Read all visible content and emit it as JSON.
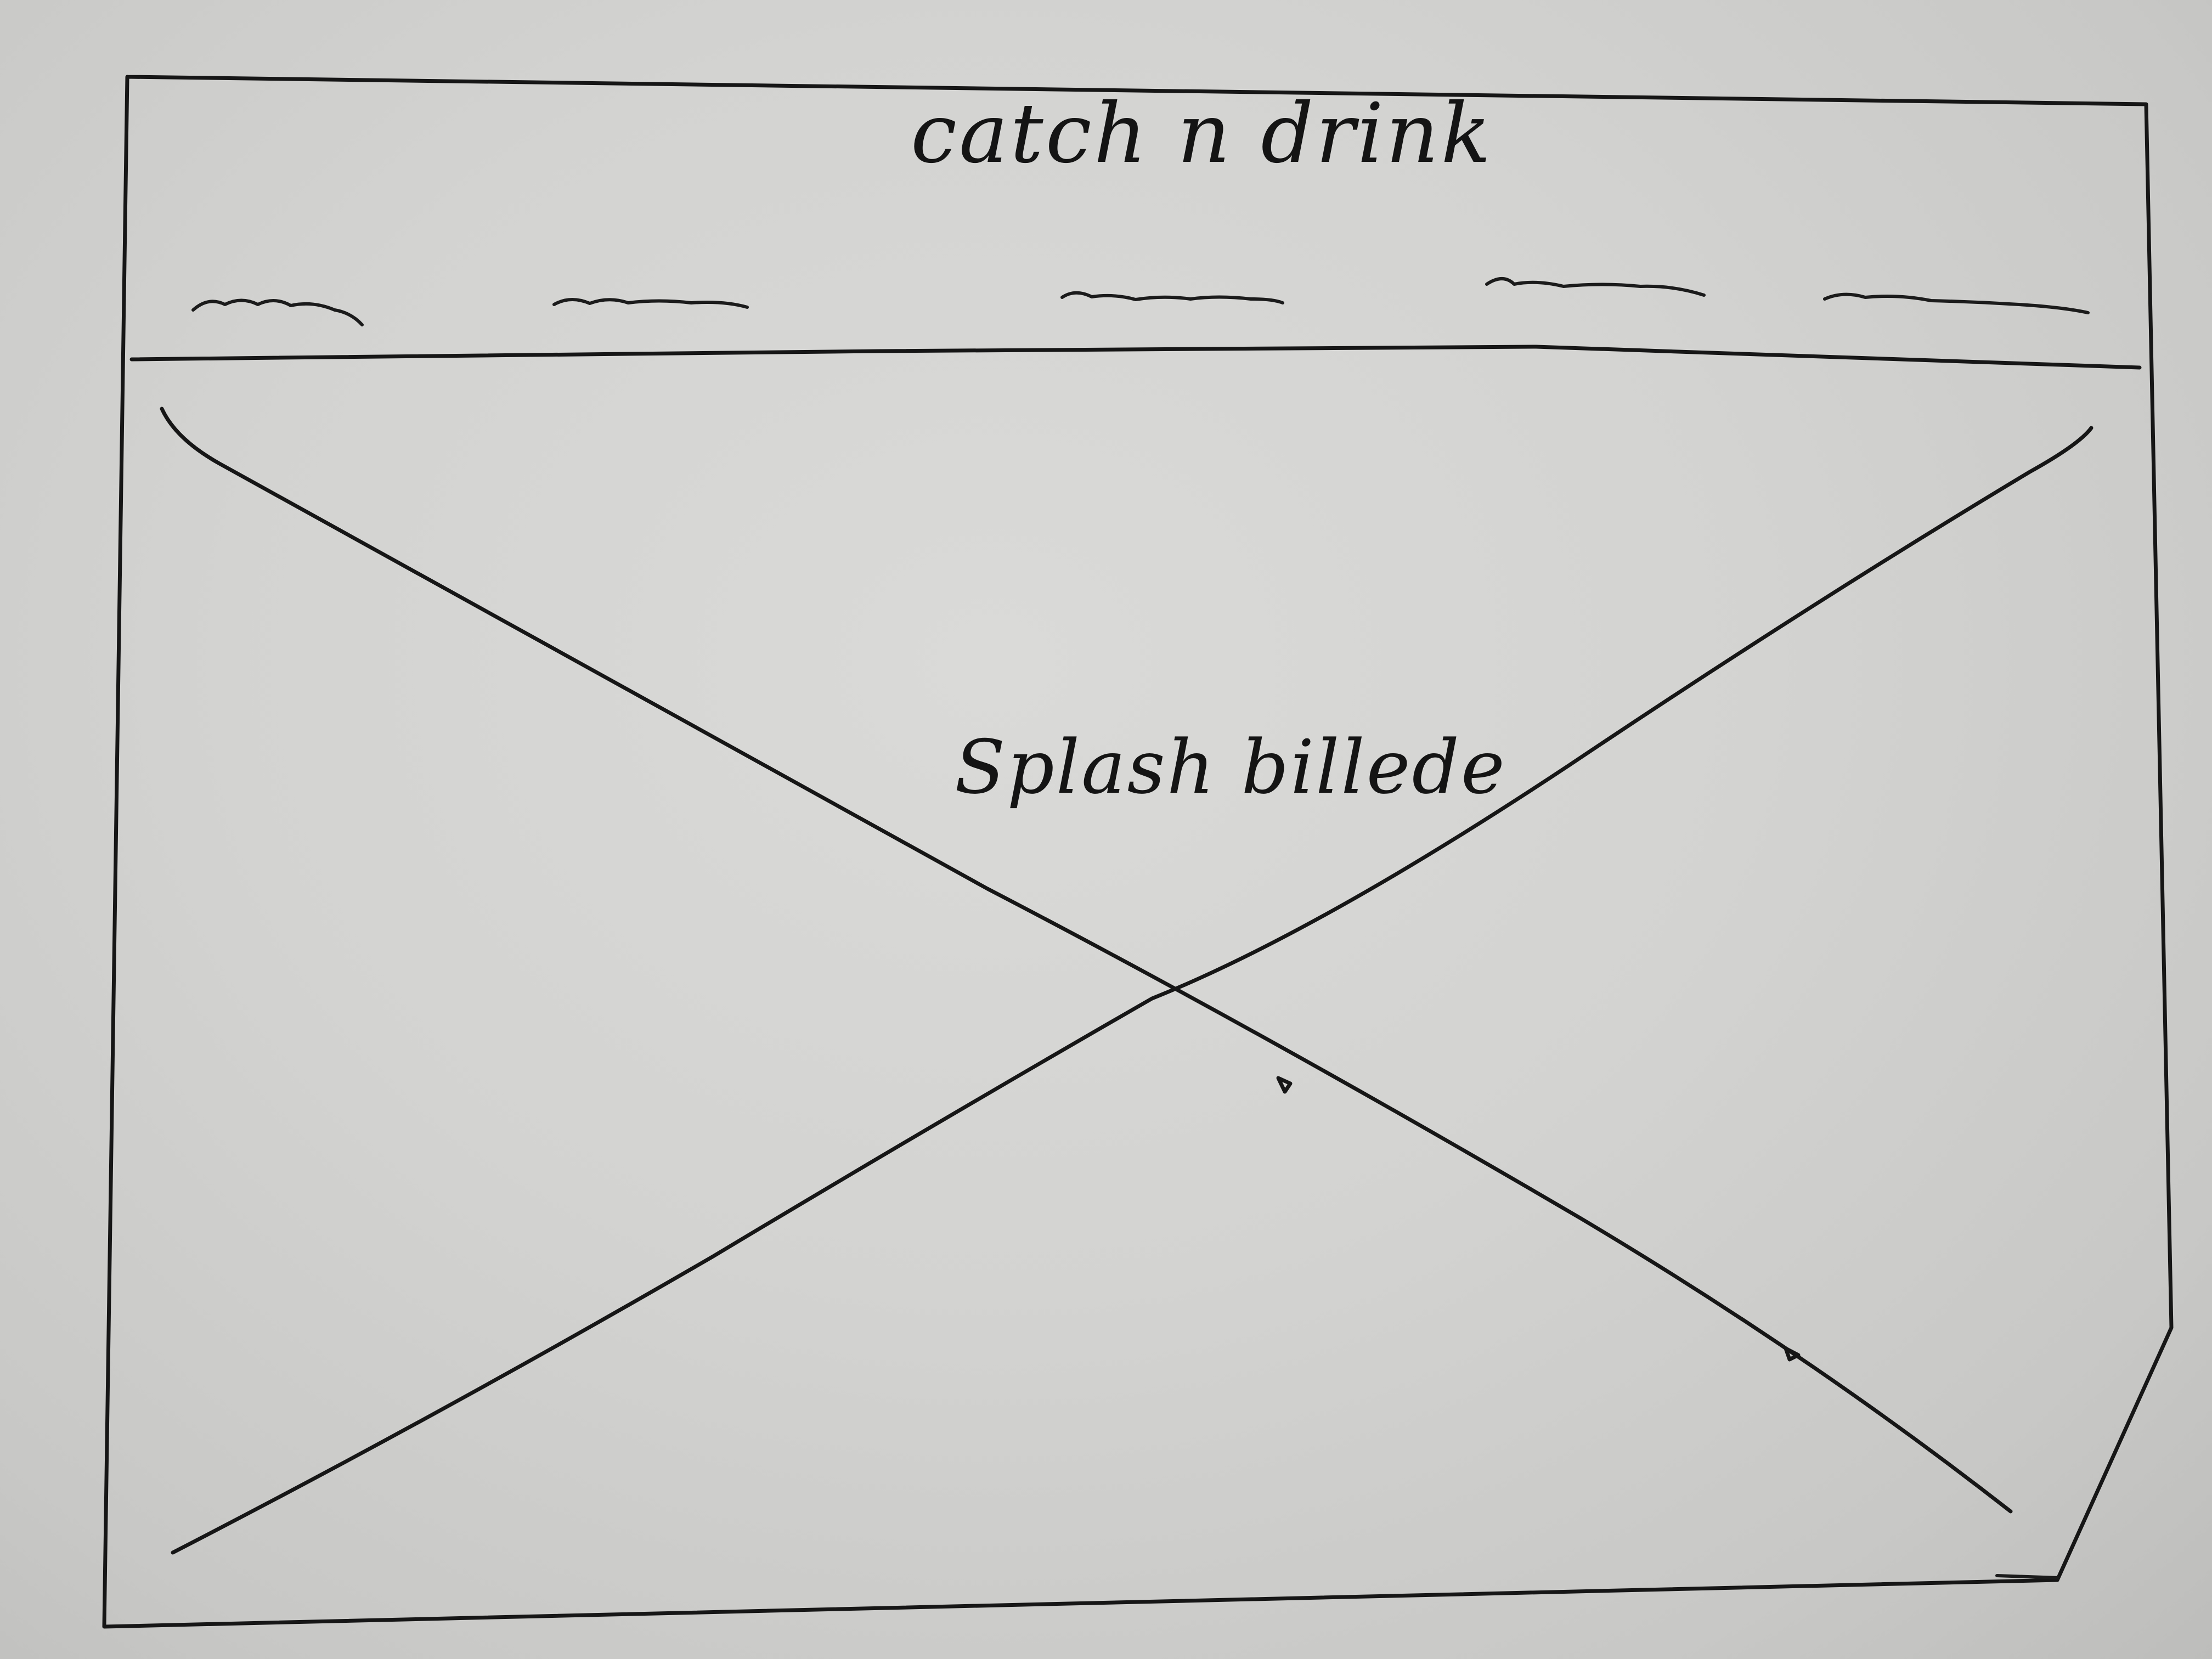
{
  "header": {
    "title": "catch n drink",
    "nav_item_count": 5
  },
  "hero": {
    "label": "Splash billede",
    "placeholder": "image-placeholder-x"
  },
  "colors": {
    "paper": "#d4d4d2",
    "ink": "#161616"
  }
}
